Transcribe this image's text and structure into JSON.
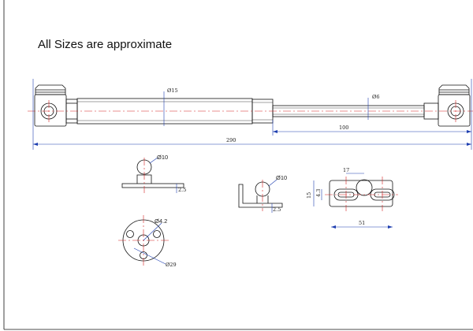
{
  "notice": "All Sizes are approximate",
  "colors": {
    "outline": "#111111",
    "dimension": "#1f3fb0",
    "centerline": "#d22020"
  },
  "dimensions": {
    "tube_diameter": "Ø15",
    "rod_diameter": "Ø6",
    "stroke": "100",
    "overall_length": "290",
    "ball_diameter_1": "Ø10",
    "base_thickness_1": "2.5",
    "hole_diameter": "Ø4.2",
    "flange_diameter": "Ø29",
    "ball_diameter_2": "Ø10",
    "base_thickness_2": "2.5",
    "slot_spacing": "17",
    "plate_height": "15",
    "slot_height": "4.3",
    "plate_length": "51"
  }
}
